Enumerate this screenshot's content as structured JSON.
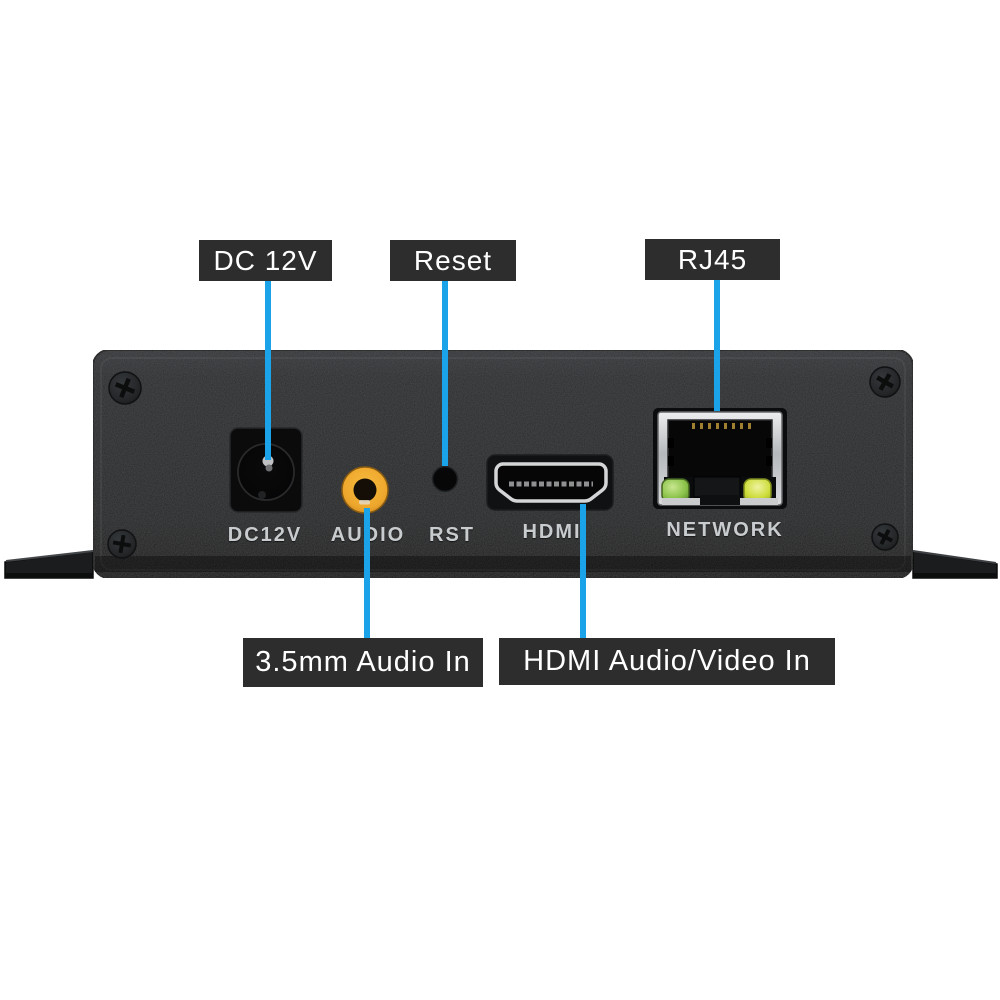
{
  "figure": {
    "type": "annotated-product-diagram",
    "subject": "HDMI encoder rear panel with port callouts"
  },
  "callouts": {
    "top": [
      {
        "id": "dc12v",
        "label": "DC 12V"
      },
      {
        "id": "reset",
        "label": "Reset"
      },
      {
        "id": "rj45",
        "label": "RJ45"
      }
    ],
    "bottom": [
      {
        "id": "audio-in",
        "label": "3.5mm Audio In"
      },
      {
        "id": "hdmi-in",
        "label": "HDMI Audio/Video In"
      }
    ]
  },
  "device": {
    "panel_labels": [
      {
        "id": "dc12v",
        "text": "DC12V"
      },
      {
        "id": "audio",
        "text": "AUDIO"
      },
      {
        "id": "rst",
        "text": "RST"
      },
      {
        "id": "hdmi",
        "text": "HDMI"
      },
      {
        "id": "network",
        "text": "NETWORK"
      }
    ],
    "ports": [
      "dc-barrel-jack",
      "audio-3-5mm-jack",
      "reset-pinhole",
      "hdmi-type-a-port",
      "rj45-ethernet-port"
    ]
  },
  "colors": {
    "background": "#ffffff",
    "callout_bg": "#2d2d2d",
    "callout_text": "#ffffff",
    "leader_line": "#1aa3e8",
    "device_body": "#212326",
    "panel_text": "#c9ccce",
    "audio_jack_ring": "#eda62c",
    "led_left_green": "#8bc34a",
    "led_right_yellow": "#cddc39",
    "rj45_bezel_silver": "#c6c8ca",
    "hdmi_outline_silver": "#d4d5d6"
  }
}
